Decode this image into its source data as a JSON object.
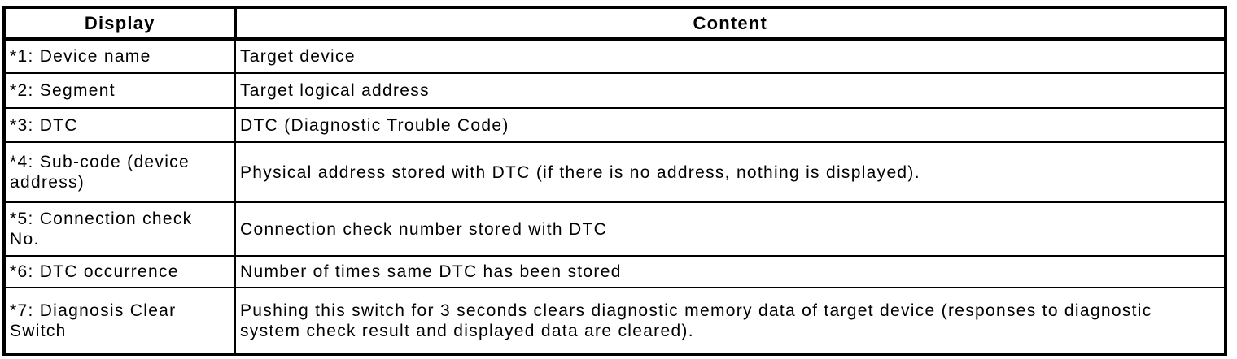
{
  "colors": {
    "border": "#000000",
    "text": "#000000",
    "background": "#ffffff"
  },
  "table": {
    "columns": [
      "Display",
      "Content"
    ],
    "rows": [
      {
        "display": "*1: Device name",
        "content": "Target device"
      },
      {
        "display": "*2: Segment",
        "content": "Target logical address"
      },
      {
        "display": "*3: DTC",
        "content": "DTC (Diagnostic Trouble Code)"
      },
      {
        "display": "*4: Sub-code (device address)",
        "content": "Physical address stored with DTC (if there is no address, nothing is displayed)."
      },
      {
        "display": "*5: Connection check No.",
        "content": "Connection check number stored with DTC"
      },
      {
        "display": "*6: DTC occurrence",
        "content": "Number of times same DTC has been stored"
      },
      {
        "display": "*7: Diagnosis Clear Switch",
        "content": "Pushing this switch for 3 seconds clears diagnostic memory data of target device (responses to diagnostic system check result and displayed data are cleared)."
      }
    ]
  }
}
